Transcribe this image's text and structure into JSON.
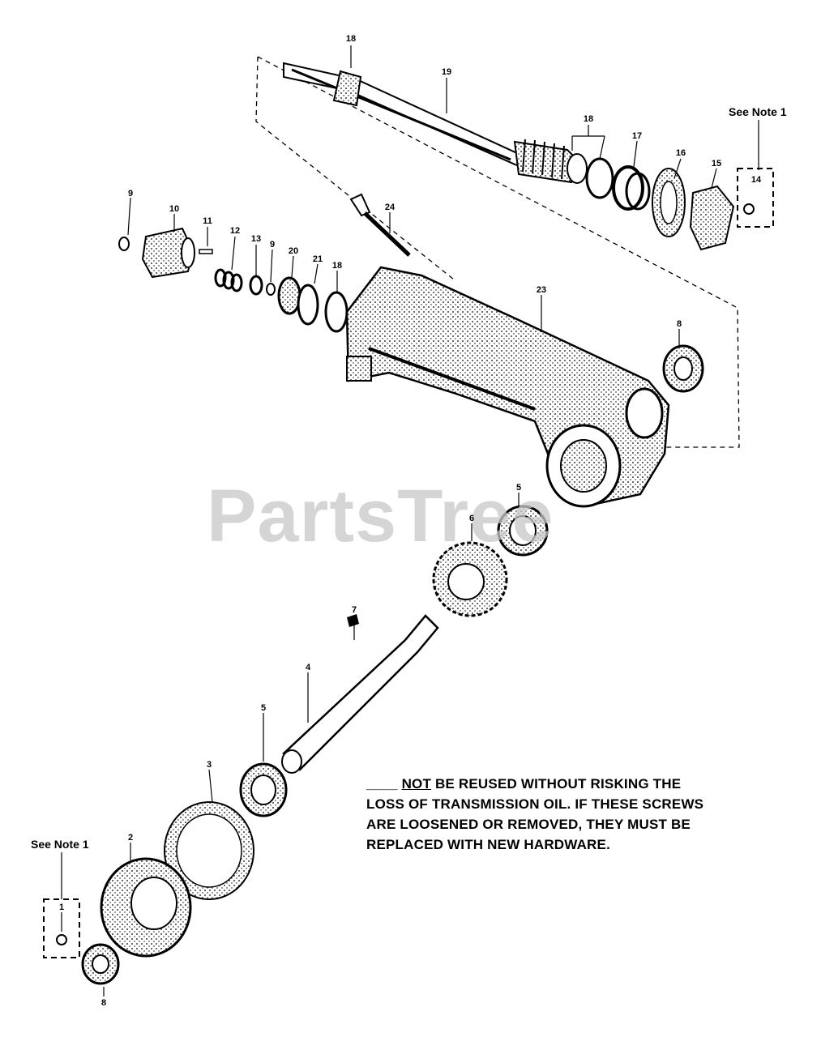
{
  "watermark": "PartsTree",
  "note_refs": [
    "See Note 1",
    "See Note 1"
  ],
  "note_text": {
    "blank": "____",
    "not_word": "NOT",
    "line1_rest": " BE REUSED WITHOUT RISKING THE",
    "line2": "LOSS OF TRANSMISSION OIL.  IF THESE SCREWS",
    "line3": "ARE LOOSENED OR REMOVED, THEY MUST BE",
    "line4": "REPLACED WITH NEW HARDWARE."
  },
  "callouts": [
    "18",
    "19",
    "18",
    "17",
    "16",
    "15",
    "14",
    "9",
    "10",
    "11",
    "12",
    "13",
    "9",
    "20",
    "21",
    "18",
    "24",
    "23",
    "8",
    "6",
    "5",
    "7",
    "4",
    "5",
    "3",
    "2",
    "1",
    "8"
  ],
  "colors": {
    "ink": "#000000",
    "paper": "#ffffff",
    "watermark": "#c8c8c8"
  }
}
